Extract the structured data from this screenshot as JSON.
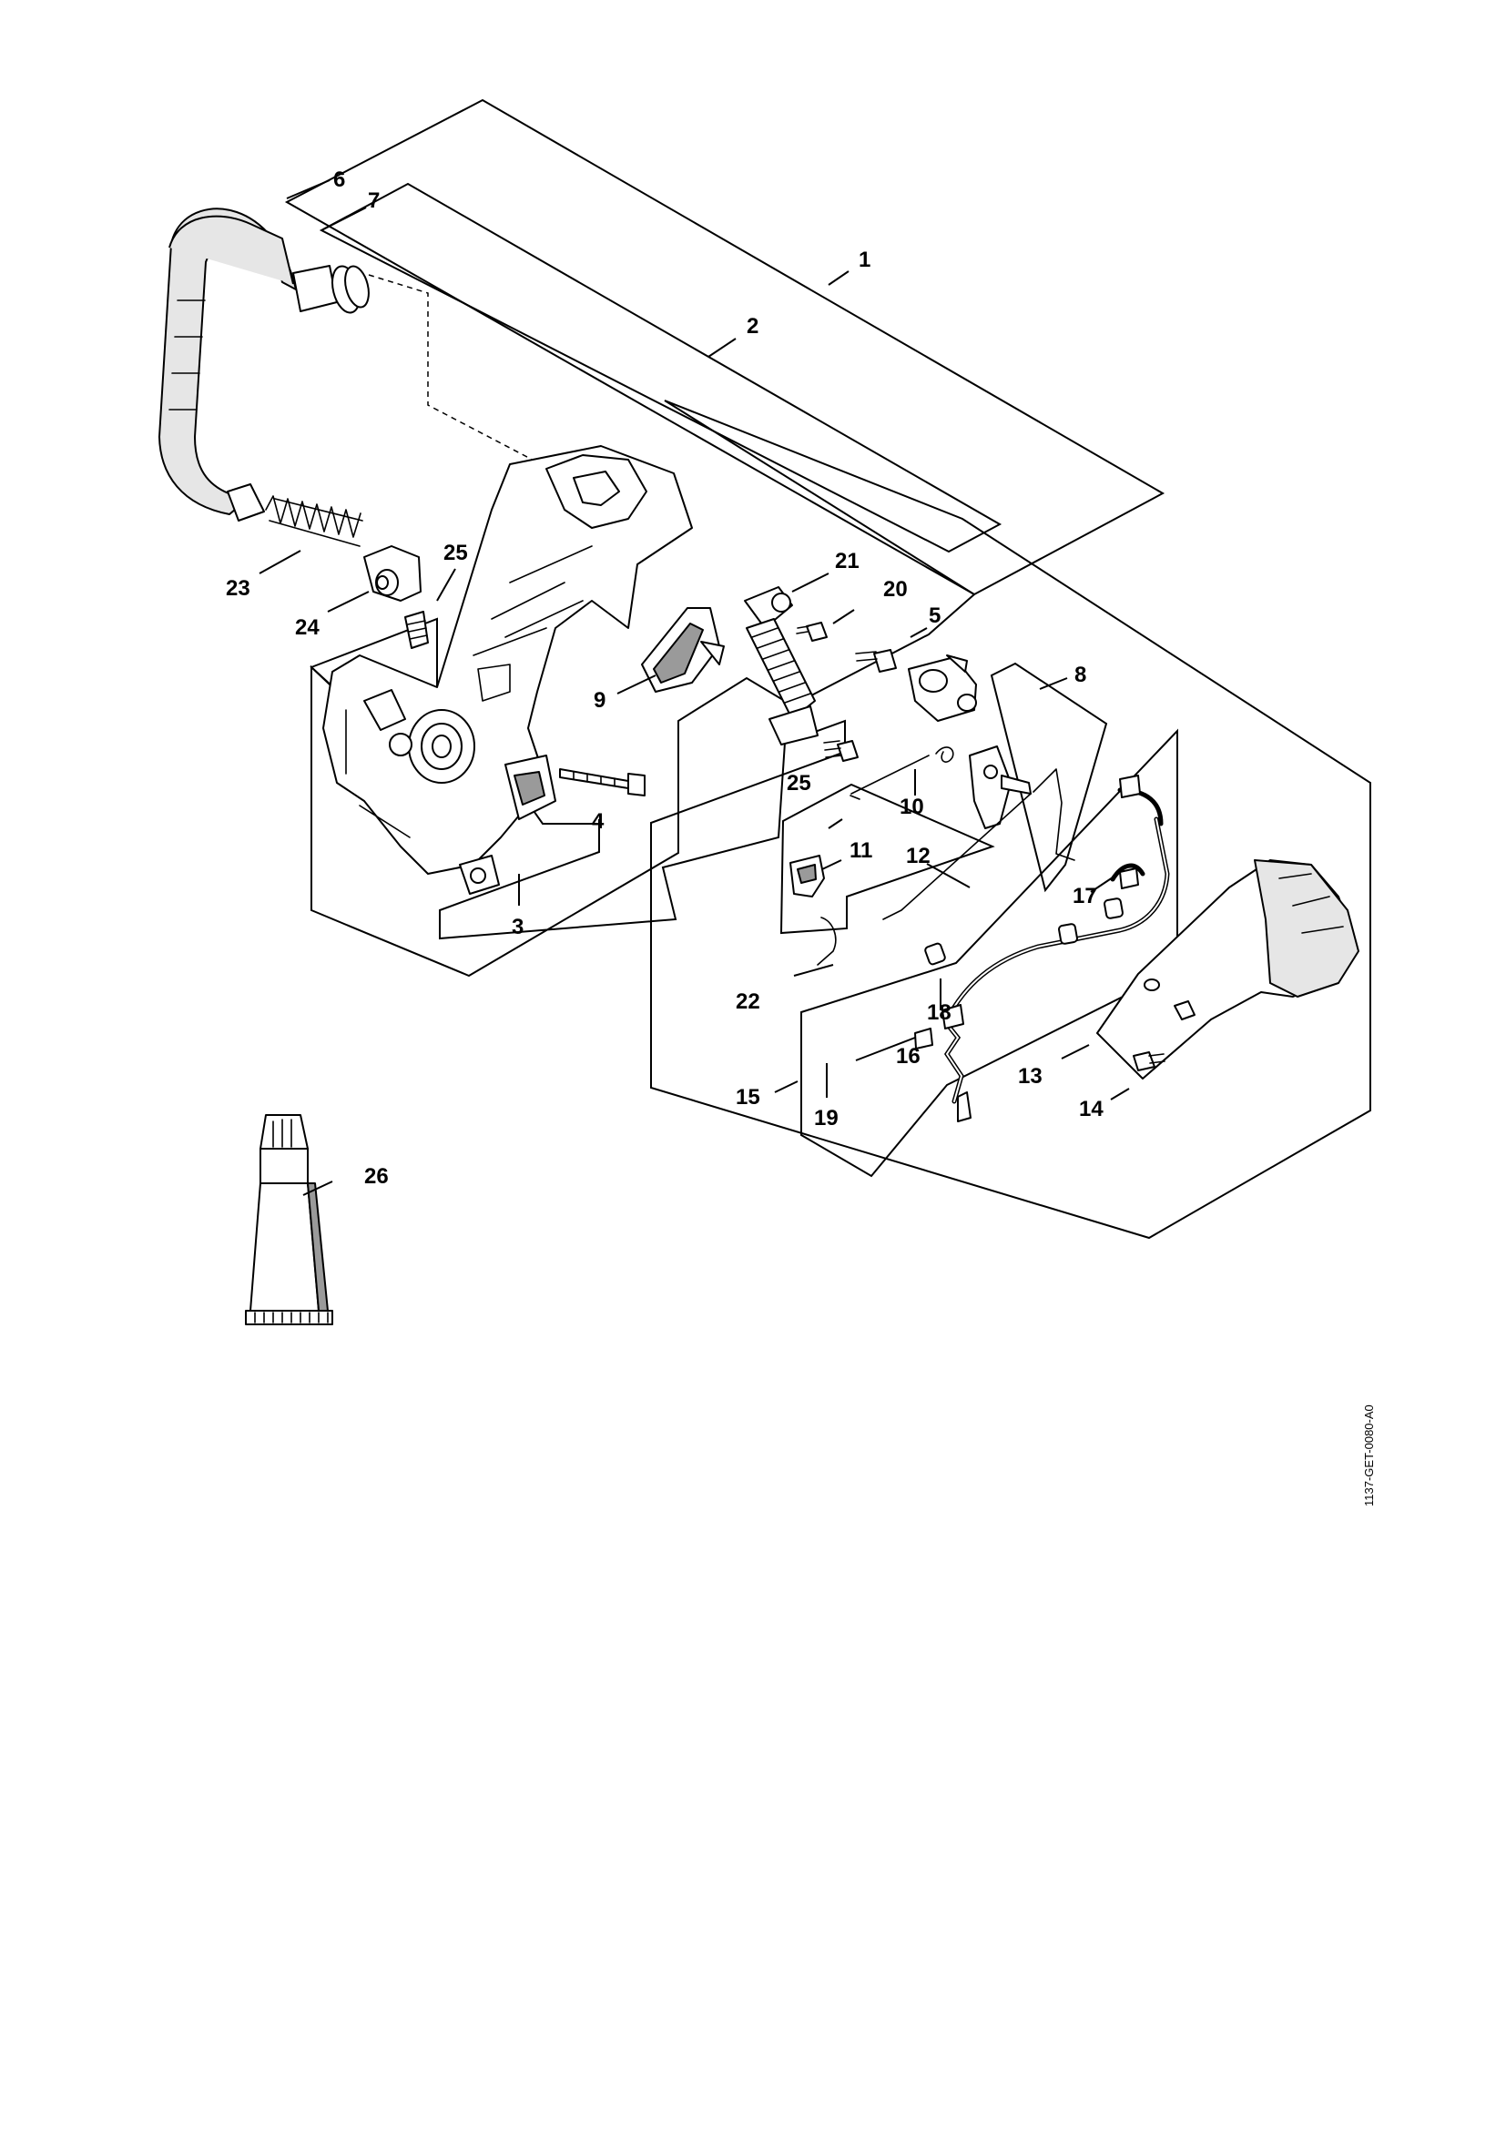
{
  "diagram": {
    "callouts": [
      {
        "id": "c1",
        "text": "1"
      },
      {
        "id": "c2",
        "text": "2"
      },
      {
        "id": "c3",
        "text": "3"
      },
      {
        "id": "c4",
        "text": "4"
      },
      {
        "id": "c5",
        "text": "5"
      },
      {
        "id": "c6",
        "text": "6"
      },
      {
        "id": "c7",
        "text": "7"
      },
      {
        "id": "c8",
        "text": "8"
      },
      {
        "id": "c9",
        "text": "9"
      },
      {
        "id": "c10",
        "text": "10"
      },
      {
        "id": "c11",
        "text": "11"
      },
      {
        "id": "c12",
        "text": "12"
      },
      {
        "id": "c13",
        "text": "13"
      },
      {
        "id": "c14",
        "text": "14"
      },
      {
        "id": "c15",
        "text": "15"
      },
      {
        "id": "c16",
        "text": "16"
      },
      {
        "id": "c17",
        "text": "17"
      },
      {
        "id": "c18",
        "text": "18"
      },
      {
        "id": "c19",
        "text": "19"
      },
      {
        "id": "c20",
        "text": "20"
      },
      {
        "id": "c21",
        "text": "21"
      },
      {
        "id": "c22",
        "text": "22"
      },
      {
        "id": "c23",
        "text": "23"
      },
      {
        "id": "c24",
        "text": "24"
      },
      {
        "id": "c25a",
        "text": "25"
      },
      {
        "id": "c25b",
        "text": "25"
      },
      {
        "id": "c26",
        "text": "26"
      }
    ],
    "reference_code": "1137-GET-0080-A0"
  }
}
